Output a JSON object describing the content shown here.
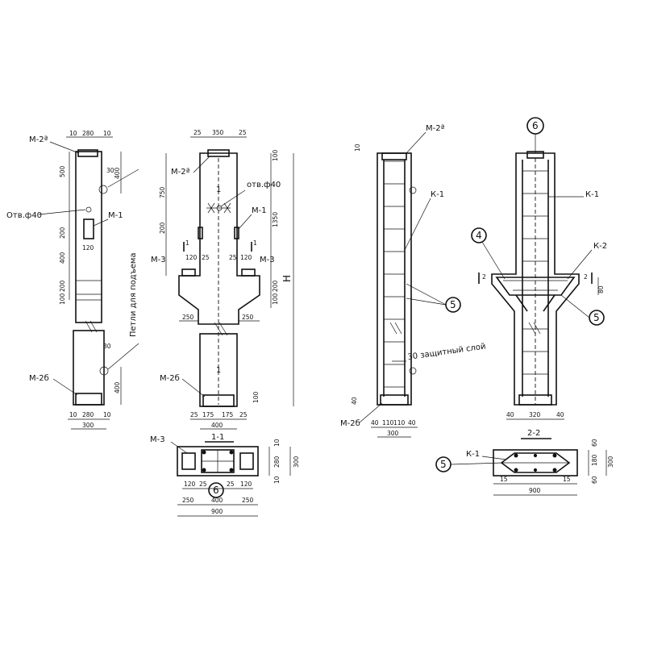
{
  "colors": {
    "ink": "#111111",
    "paper": "#ffffff"
  },
  "embeds": {
    "m2a": "М-2ª",
    "m2b": "М-2б",
    "m1": "М-1",
    "m3": "М-3",
    "k1": "К-1",
    "k2": "К-2"
  },
  "notes": {
    "hole": "Отв.ф40",
    "hole2": "отв.ф40",
    "loops": "Петли для подъема",
    "cover": "30 защитный слой"
  },
  "dims": {
    "d10": "10",
    "d280": "280",
    "d300": "300",
    "d500": "500",
    "d400": "400",
    "d30": "30",
    "d200": "200",
    "d120": "120",
    "d100": "100",
    "d25": "25",
    "d350": "350",
    "d750": "750",
    "d1350": "1350",
    "d250": "250",
    "d175": "175",
    "d900": "900",
    "d40": "40",
    "d110": "110",
    "d320": "320",
    "d15": "15",
    "d60": "60",
    "d180": "180",
    "d80": "80",
    "H": "H"
  },
  "sections": {
    "s11": "1-1",
    "s22": "2-2",
    "n1": "1",
    "n2": "2"
  },
  "callouts": {
    "c4": "4",
    "c5": "5",
    "c6": "6"
  }
}
